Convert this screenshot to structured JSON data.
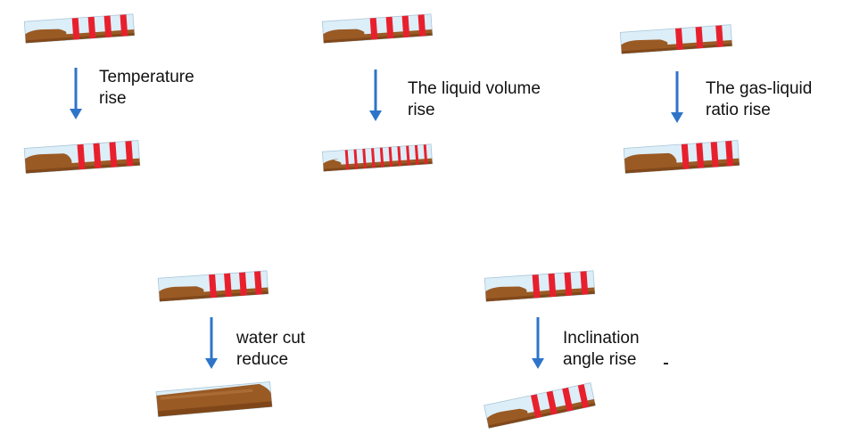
{
  "colors": {
    "liquid": "#9a5a24",
    "liquid_dark": "#6e3a12",
    "liquid_light": "#b87a44",
    "gas": "#dceef8",
    "gas_edge": "#a9c6d8",
    "slug": "#e8202e",
    "arrow": "#2e74c9",
    "text": "#111111"
  },
  "panels": [
    {
      "id": "temperature",
      "label_lines": [
        "Temperature",
        "rise"
      ],
      "before": {
        "slug_count": 4,
        "wall": "thin"
      },
      "after": {
        "slug_count": 4,
        "wall": "thick"
      }
    },
    {
      "id": "liquid-volume",
      "label_lines": [
        "The liquid volume",
        "rise"
      ],
      "before": {
        "slug_count": 4,
        "wall": "thin"
      },
      "after": {
        "slug_count": 10,
        "wall": "thin"
      }
    },
    {
      "id": "gas-liquid-ratio",
      "label_lines": [
        "The gas-liquid",
        "ratio rise"
      ],
      "before": {
        "slug_count": 3,
        "wall": "thin"
      },
      "after": {
        "slug_count": 4,
        "wall": "thick"
      }
    },
    {
      "id": "water-cut",
      "label_lines": [
        "water cut",
        "reduce"
      ],
      "before": {
        "slug_count": 4,
        "wall": "thin"
      },
      "after": {
        "slug_count": 0,
        "wall": "none"
      }
    },
    {
      "id": "inclination-angle",
      "label_lines": [
        "Inclination",
        "angle rise"
      ],
      "before": {
        "slug_count": 4,
        "wall": "thin"
      },
      "after": {
        "slug_count": 4,
        "wall": "thin"
      }
    }
  ]
}
